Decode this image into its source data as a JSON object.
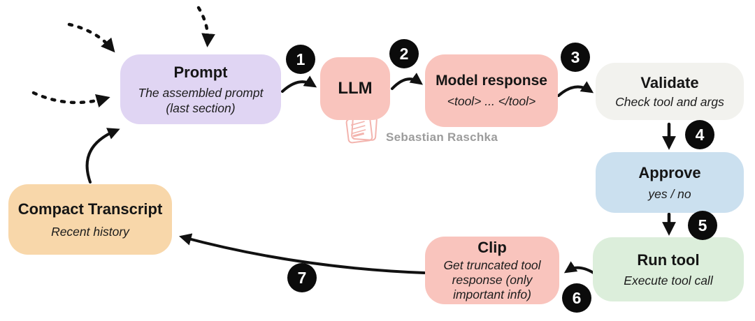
{
  "nodes": {
    "prompt": {
      "title": "Prompt",
      "subtitle": "The assembled prompt (last section)"
    },
    "llm": {
      "title": "LLM"
    },
    "model_response": {
      "title": "Model response",
      "subtitle": "<tool> ... </tool>"
    },
    "validate": {
      "title": "Validate",
      "subtitle": "Check tool and args"
    },
    "approve": {
      "title": "Approve",
      "subtitle": "yes / no"
    },
    "run_tool": {
      "title": "Run tool",
      "subtitle": "Execute tool call"
    },
    "clip": {
      "title": "Clip",
      "subtitle": "Get truncated tool response (only important info)"
    },
    "compact_transcript": {
      "title": "Compact Transcript",
      "subtitle": "Recent history"
    }
  },
  "badges": [
    "1",
    "2",
    "3",
    "4",
    "5",
    "6",
    "7"
  ],
  "watermark": {
    "text": "Sebastian Raschka",
    "icon": "stamp-icon"
  },
  "colors": {
    "prompt_bg": "#e0d5f3",
    "llm_bg": "#f9c4bd",
    "model_response_bg": "#f9c4bd",
    "validate_bg": "#f2f2ee",
    "approve_bg": "#cbe0ef",
    "run_tool_bg": "#dceedb",
    "clip_bg": "#f9c4bd",
    "compact_transcript_bg": "#f8d7aa",
    "badge_bg": "#0b0b0b",
    "arrow": "#111111",
    "watermark_text": "#9c9c9c",
    "watermark_icon": "#f3b4ae"
  }
}
